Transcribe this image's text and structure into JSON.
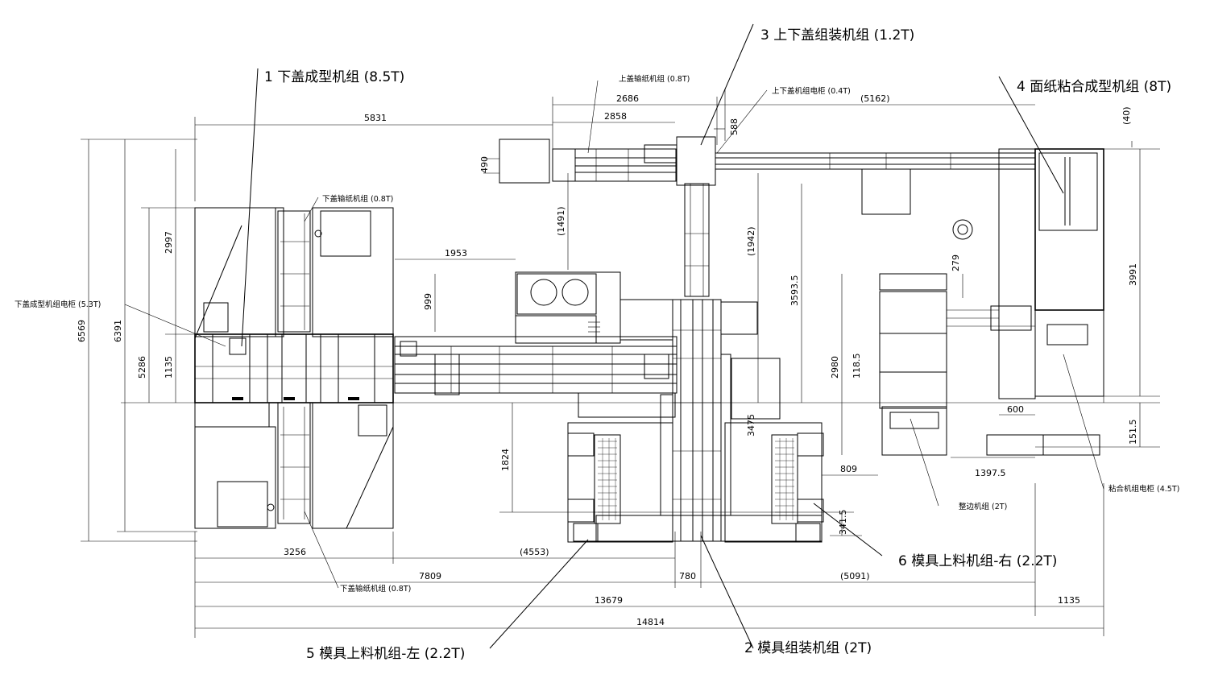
{
  "callouts": {
    "c1": "1  下盖成型机组 (8.5T)",
    "c2": "2  模具组装机组 (2T)",
    "c3": "3  上下盖组装机组 (1.2T)",
    "c4": "4  面纸粘合成型机组 (8T)",
    "c5": "5  模具上料机组-左 (2.2T)",
    "c6": "6  模具上料机组-右 (2.2T)"
  },
  "small_labels": {
    "upper_conveyor": "上盖输纸机组 (0.8T)",
    "lower_conveyor": "下盖输纸机组 (0.8T)",
    "assembly_cabinet": "上下盖机组电柜 (0.4T)",
    "lower_forming_cabinet": "下盖成型机组电柜 (5.3T)",
    "lower_feeder": "下盖输纸机组 (0.8T)",
    "edge_unit": "整边机组 (2T)",
    "laminating_cabinet": "粘合机组电柜 (4.5T)"
  },
  "dims": {
    "d5831": "5831",
    "d2686": "2686",
    "d2858": "2858",
    "d5162": "(5162)",
    "d588": "588",
    "d40": "(40)",
    "d490": "490",
    "d1491": "(1491)",
    "d1942": "(1942)",
    "d35935": "3593.5",
    "d2997": "2997",
    "d1953": "1953",
    "d999": "999",
    "d6569": "6569",
    "d6391": "6391",
    "d5286": "5286",
    "d1135v": "1135",
    "d279": "279",
    "d3991": "3991",
    "d2980": "2980",
    "d1185": "118.5",
    "d3475": "3475",
    "d1824": "1824",
    "d600": "600",
    "d1515": "151.5",
    "d809": "809",
    "d13975": "1397.5",
    "d3415": "341.5",
    "d3256": "3256",
    "d4553": "(4553)",
    "d7809": "7809",
    "d780": "780",
    "d5091": "(5091)",
    "d13679": "13679",
    "d1135h": "1135",
    "d14814": "14814"
  }
}
